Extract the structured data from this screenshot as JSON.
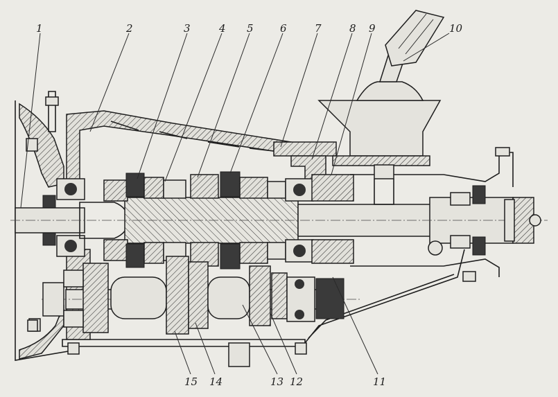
{
  "callouts": [
    "1",
    "2",
    "3",
    "4",
    "5",
    "6",
    "7",
    "8",
    "9",
    "10",
    "11",
    "12",
    "13",
    "14",
    "15"
  ],
  "colors": {
    "ink": "#1e1e1e",
    "paper": "#ecebe6"
  }
}
